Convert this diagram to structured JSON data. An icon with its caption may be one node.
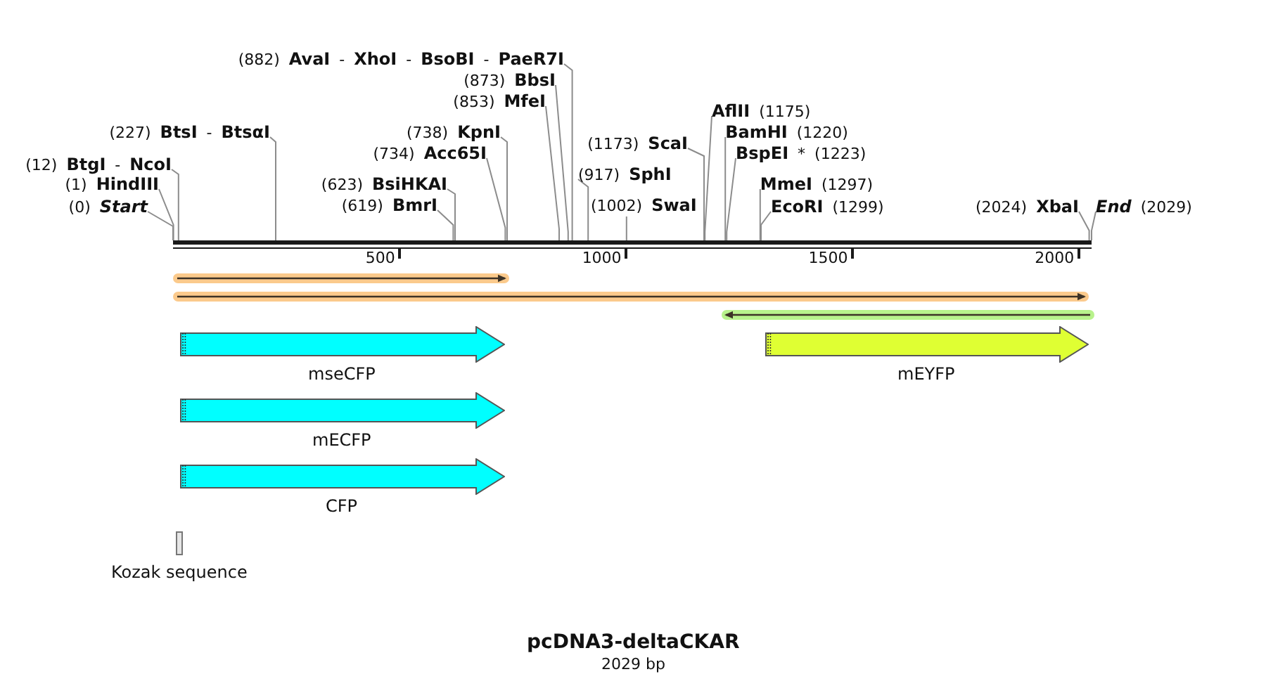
{
  "diagram": {
    "title": "pcDNA3-deltaCKAR",
    "caption": "2029 bp",
    "nodes": [
      {
        "text": [
          "(882) **AvaI** - **XhoI** - **BsoBI** - **PaeR7I**"
        ]
      },
      {
        "text": [
          "(873) **BbsI**"
        ]
      },
      {
        "text": [
          "(853) **MfeI**"
        ]
      },
      {
        "text": [
          "**AflII** (1175)"
        ]
      },
      {
        "text": [
          "(227) **BtsI** - **BtsαI**"
        ]
      },
      {
        "text": [
          "(738) **KpnI**"
        ]
      },
      {
        "text": [
          "**BamHI** (1220)"
        ]
      },
      {
        "text": [
          "(1173) **ScaI**"
        ]
      },
      {
        "text": [
          "(734) **Acc65I**"
        ]
      },
      {
        "text": [
          "**BspEI** * (1223)"
        ]
      },
      {
        "text": [
          "(12) **BtgI** - **NcoI**"
        ]
      },
      {
        "text": [
          "(917) **SphI**"
        ]
      },
      {
        "text": [
          "(1) **HindIII**"
        ]
      },
      {
        "text": [
          "(623) **BsiHKAI**"
        ]
      },
      {
        "text": [
          "**MmeI** (1297)"
        ]
      },
      {
        "text": [
          "(0) *Start*"
        ]
      },
      {
        "text": [
          "(619) **BmrI**"
        ]
      },
      {
        "text": [
          "(1002) **SwaI**"
        ]
      },
      {
        "text": [
          "**EcoRI** (1299)"
        ]
      },
      {
        "text": [
          "(2024) **XbaI**"
        ]
      },
      {
        "text": [
          "*End* (2029)"
        ]
      },
      {
        "text": [],
        "shape": "bar"
      },
      {
        "text": [],
        "shape": "arrow"
      },
      {
        "text": [],
        "shape": "arrow"
      },
      {
        "text": [],
        "shape": "arrow"
      },
      {
        "text": [
          "mseCFP"
        ]
      },
      {
        "text": [
          "mEYFP"
        ]
      },
      {
        "text": [
          "mECFP"
        ]
      },
      {
        "text": [
          "CFP"
        ]
      },
      {
        "text": [
          "Kozak sequence"
        ]
      }
    ],
    "edges": [
      {
        "from": 0,
        "to": 21,
        "arrow": "none"
      },
      {
        "from": 1,
        "to": 21,
        "arrow": "none"
      },
      {
        "from": 2,
        "to": 21,
        "arrow": "none"
      },
      {
        "from": 3,
        "to": 21,
        "arrow": "none"
      },
      {
        "from": 4,
        "to": 21,
        "arrow": "none"
      },
      {
        "from": 5,
        "to": 21,
        "arrow": "none"
      },
      {
        "from": 6,
        "to": 21,
        "arrow": "none"
      },
      {
        "from": 7,
        "to": 21,
        "arrow": "none"
      },
      {
        "from": 8,
        "to": 21,
        "arrow": "none"
      },
      {
        "from": 9,
        "to": 21,
        "arrow": "none"
      },
      {
        "from": 10,
        "to": 21,
        "arrow": "none"
      },
      {
        "from": 11,
        "to": 21,
        "arrow": "none"
      },
      {
        "from": 12,
        "to": 21,
        "arrow": "none"
      },
      {
        "from": 13,
        "to": 21,
        "arrow": "none"
      },
      {
        "from": 14,
        "to": 21,
        "arrow": "none"
      },
      {
        "from": 15,
        "to": 21,
        "arrow": "none"
      },
      {
        "from": 16,
        "to": 21,
        "arrow": "none"
      },
      {
        "from": 17,
        "to": 21,
        "arrow": "none"
      },
      {
        "from": 18,
        "to": 21,
        "arrow": "none"
      },
      {
        "from": 19,
        "to": 21,
        "arrow": "none"
      },
      {
        "from": 20,
        "to": 21,
        "arrow": "none"
      }
    ],
    "labels": [
      "500",
      "1000",
      "1500",
      "2000"
    ]
  }
}
